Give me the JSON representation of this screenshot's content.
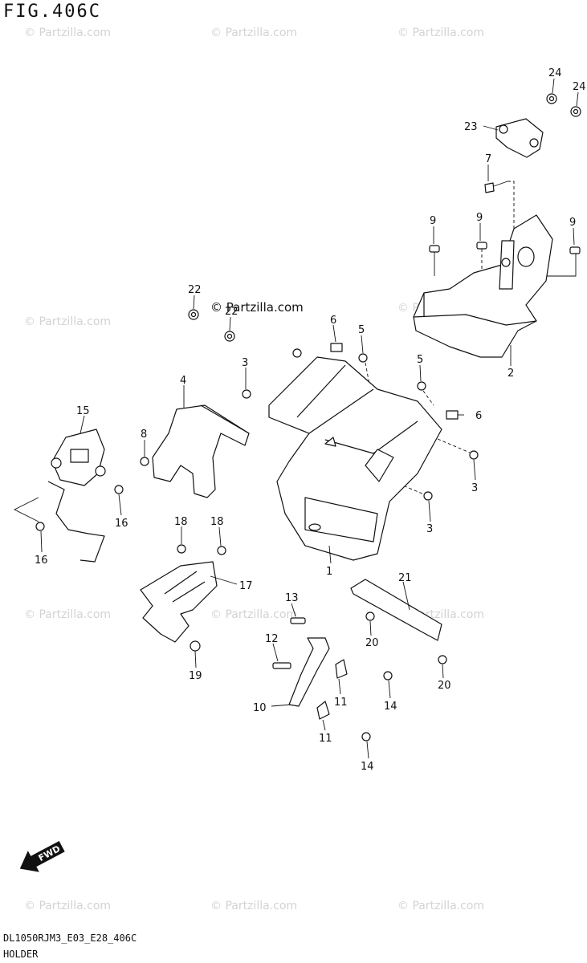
{
  "figure": {
    "title": "FIG.406C",
    "code": "DL1050RJM3_E03_E28_406C",
    "name": "HOLDER",
    "fwd_label": "FWD"
  },
  "watermark": {
    "text": "© Partzilla.com",
    "dark_text": "© Partzilla.com"
  },
  "callouts": {
    "c1": "1",
    "c2": "2",
    "c3a": "3",
    "c3b": "3",
    "c3c": "3",
    "c4": "4",
    "c5a": "5",
    "c5b": "5",
    "c6a": "6",
    "c6b": "6",
    "c7": "7",
    "c8": "8",
    "c9a": "9",
    "c9b": "9",
    "c9c": "9",
    "c10": "10",
    "c11a": "11",
    "c11b": "11",
    "c12": "12",
    "c13": "13",
    "c14a": "14",
    "c14b": "14",
    "c15": "15",
    "c16a": "16",
    "c16b": "16",
    "c17": "17",
    "c18a": "18",
    "c18b": "18",
    "c19": "19",
    "c20a": "20",
    "c20b": "20",
    "c21": "21",
    "c22a": "22",
    "c22b": "22",
    "c23": "23",
    "c24a": "24",
    "c24b": "24"
  }
}
